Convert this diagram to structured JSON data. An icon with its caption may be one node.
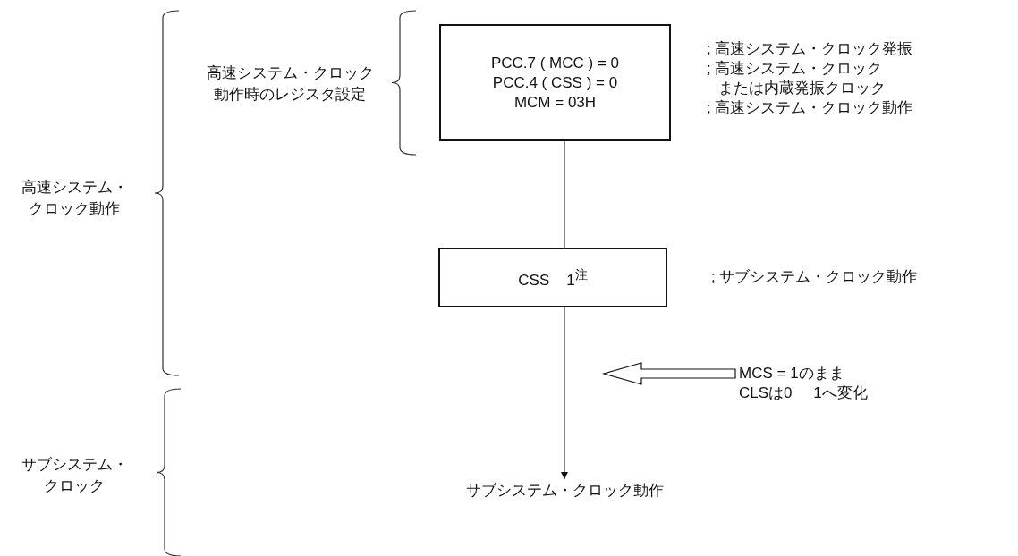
{
  "diagram": {
    "nodes": [
      {
        "text": [
          "PCC.7 ( MCC ) = 0 PCC.4 ( CSS ) = 0 MCM = 03H"
        ],
        "beside": [
          "; 高速システム・クロック発振",
          "; 高速システム・クロックまたは内蔵発振クロック",
          "; 高速システム・クロック動作"
        ]
      },
      {
        "text": [
          "CSS    1$^{注}$"
        ],
        "beside": [
          "; サブシステム・クロック動作"
        ]
      },
      {
        "text": [
          "サブシステム・クロック動作"
        ]
      },
      {
        "text": [
          "MCS = 1のまま CLSは0     1へ変化"
        ]
      }
    ],
    "edges": [
      {
        "from": 0,
        "to": 1,
        "arrow": "none"
      },
      {
        "from": 1,
        "to": 2,
        "arrow": "to"
      },
      {
        "from": 3,
        "to": null,
        "arrow": "to"
      }
    ],
    "labels": [
      "高速システム・クロック動作時のレジスタ設定",
      "高速システム・クロック動作",
      "サブシステム・クロック"
    ]
  }
}
